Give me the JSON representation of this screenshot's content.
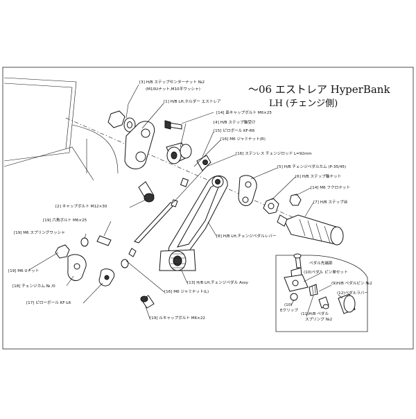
{
  "title": {
    "line1": "〜06 エストレア HyperBank",
    "line2": "LH (チェンジ側)"
  },
  "labels": {
    "p3a": "[3] H/B ステップセンターナット №2",
    "p3b": "(M10Uナット,M10平ワッシャ)",
    "p1": "[1] H/B LH,ホルダー エストレア",
    "p14a": "[14] 皿キャップボルト M6×25",
    "p4": "[4] H/B ステップ軸受け",
    "p15": "[15] ピロボール KF-R6",
    "p16a": "[16] M6 ジャミナット(R)",
    "p16b": "[16] ステンレス チェンジロッド L=92mm",
    "p5": "[5] H/B チェンジペダルカム (P-35/45)",
    "p6": "[6] H/B ステップ軸ナット",
    "p14b": "[14] M6 フクロナット",
    "p7": "[7] H/B ステップ台",
    "p2": "[2] キャップボルト M12×30",
    "p19a": "[19] 六角ボルト M6×25",
    "p19b": "[19] M6 スプリングワッシャ",
    "p8": "[8] H/B LH,チェンジペダルレバー",
    "p19c": "[19] M6 Uナット",
    "p18": "[18] チェンジカム № /0",
    "p17": "[17] ピローボール KF-L6",
    "p13": "[13] H/B LH,チェンジペダル Assy",
    "p16c": "[16] M6 ジャミナット(L)",
    "p19d": "[19] ルキャップボルト M6×22",
    "i_title": "ペダル先端部",
    "i10a": "(10)ペダル ピン単セット",
    "i9": "(9)H/B ペダルピン №2",
    "i12": "(12)ペダルラバー",
    "i10b1": "(10)",
    "i10b2": "Eクリップ",
    "i11a": "(11)H/B ペダル",
    "i11b": "スプリング №2"
  }
}
